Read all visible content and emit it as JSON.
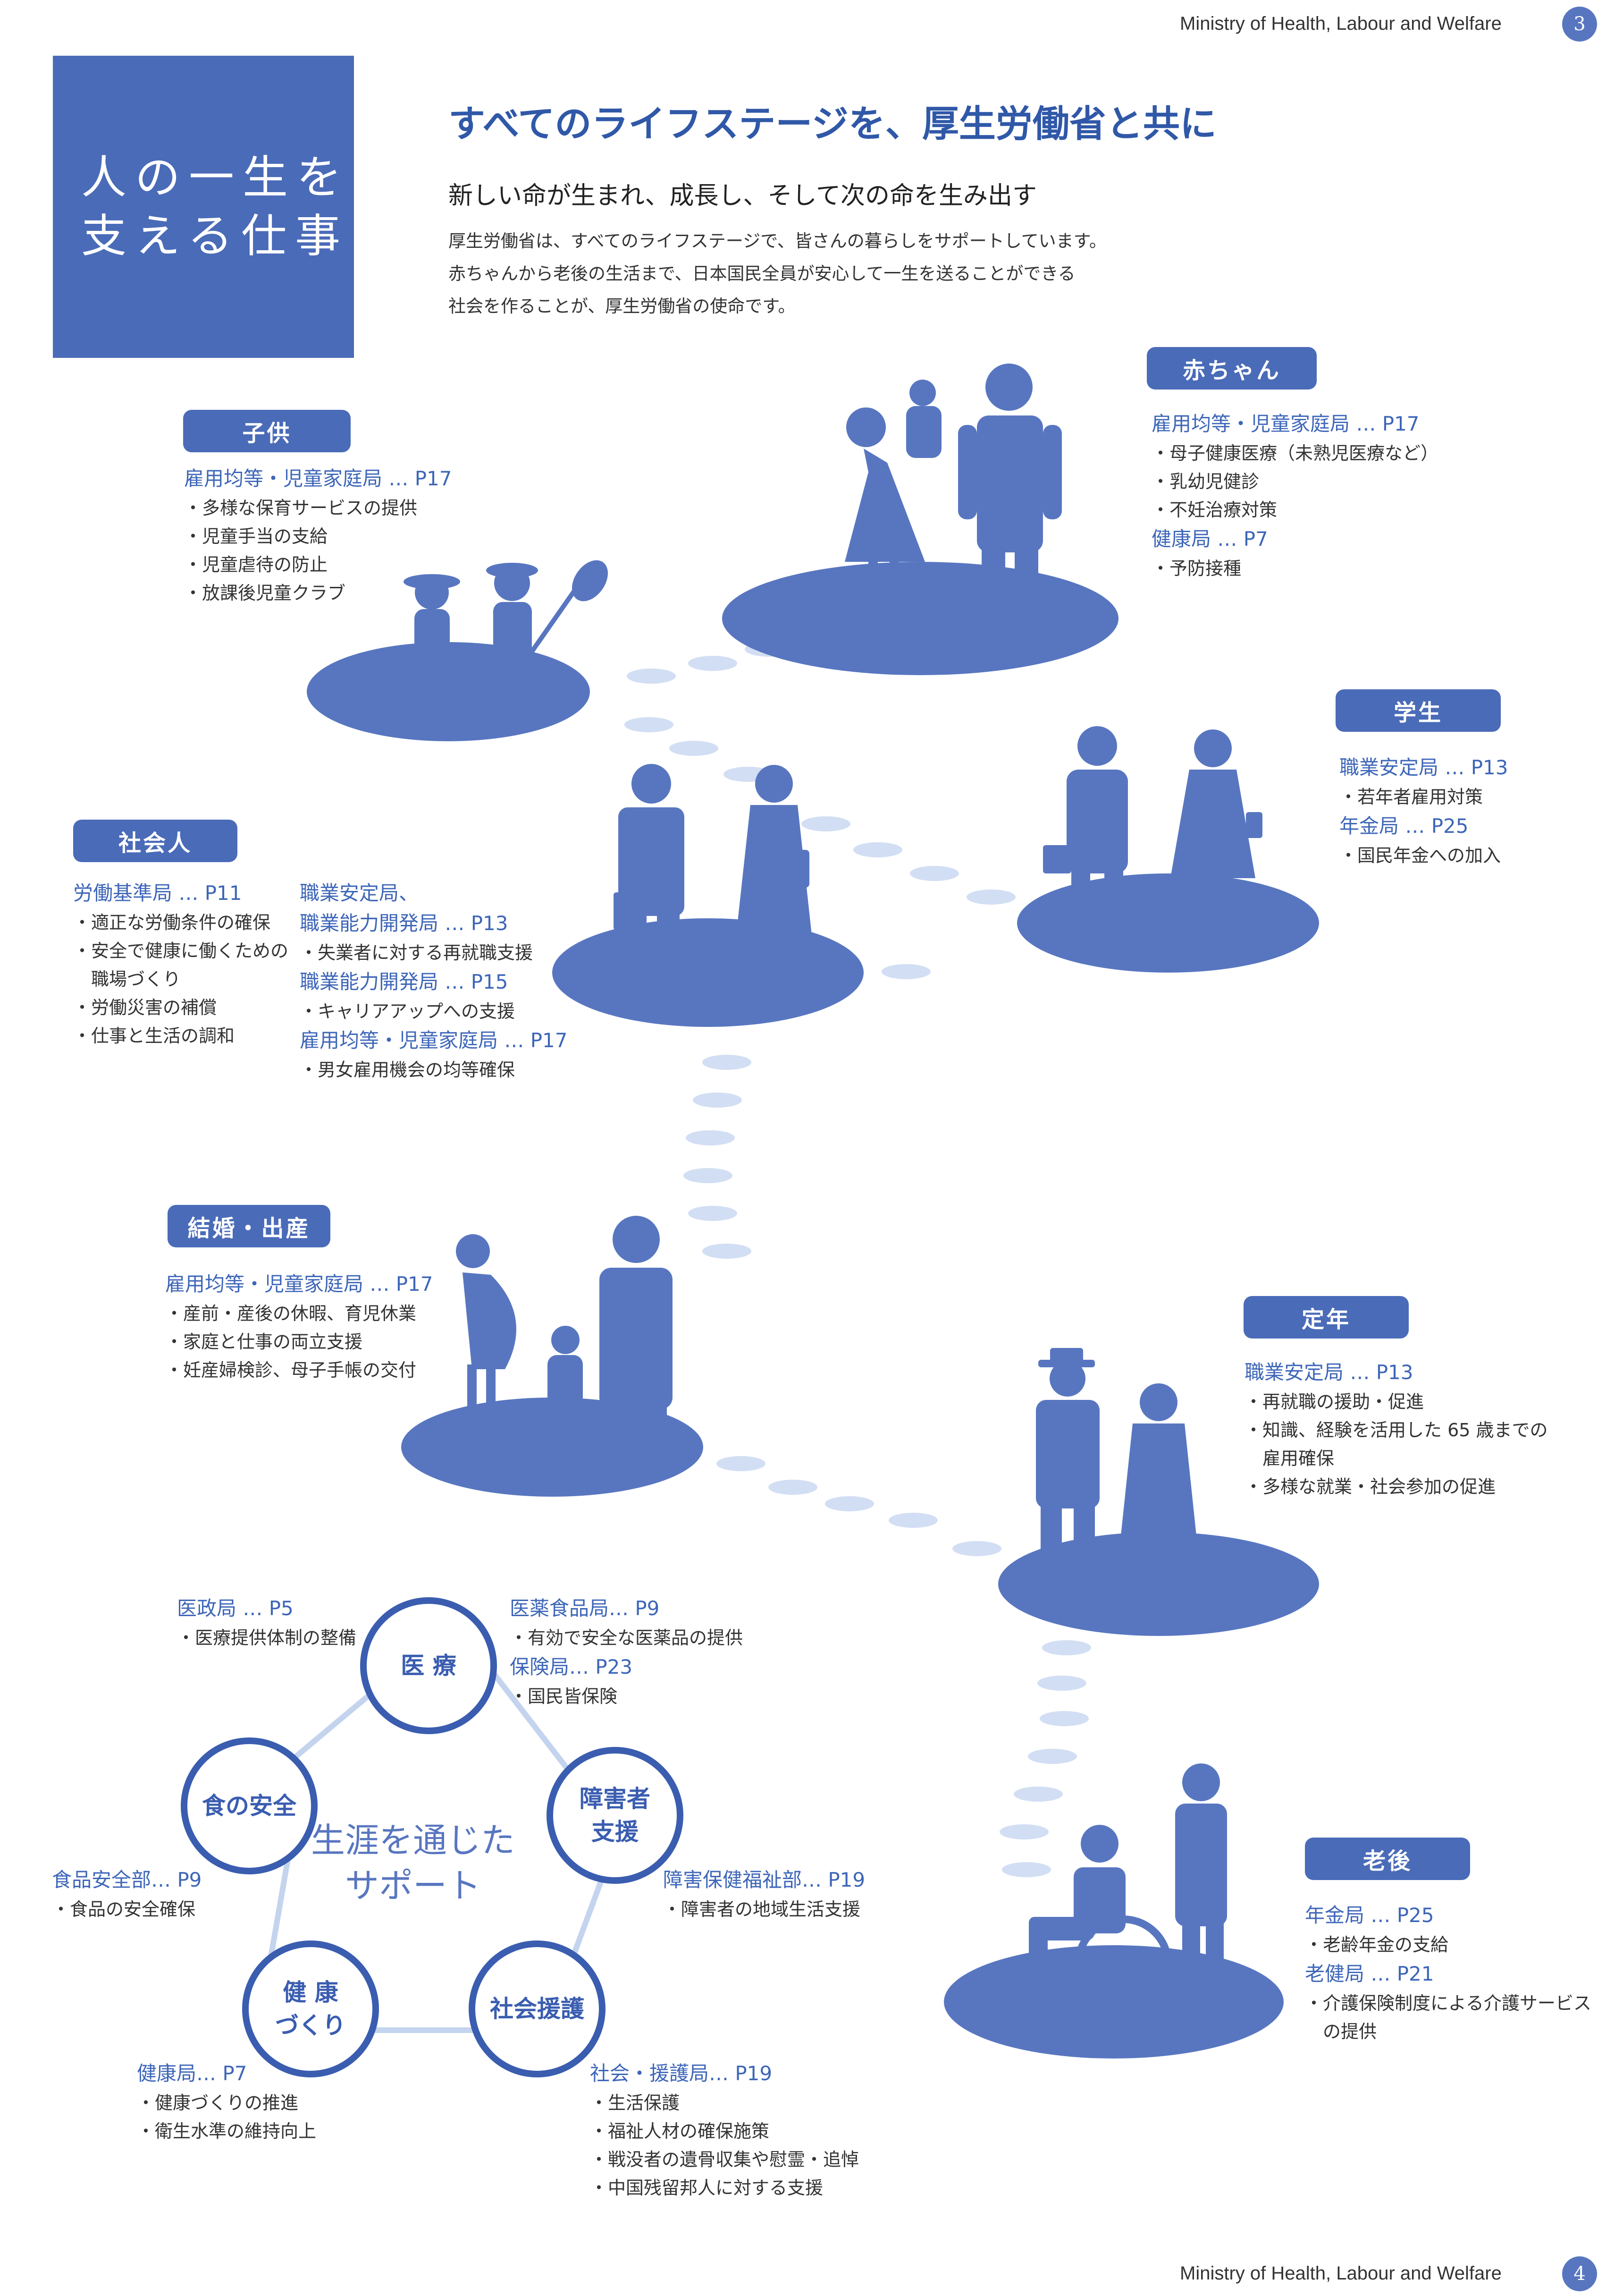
{
  "header": {
    "top_label": "Ministry of Health, Labour and Welfare",
    "top_page": "3",
    "bottom_label": "Ministry of Health, Labour and Welfare",
    "bottom_page": "4"
  },
  "title_box": {
    "line1": "人の一生を",
    "line2": "支える仕事"
  },
  "headline": "すべてのライフステージを、厚生労働省と共に",
  "subheadline": "新しい命が生まれ、成長し、そして次の命を生み出す",
  "intro": [
    "厚生労働省は、すべてのライフステージで、皆さんの暮らしをサポートしています。",
    "赤ちゃんから老後の生活まで、日本国民全員が安心して一生を送ることができる",
    "社会を作ることが、厚生労働省の使命です。"
  ],
  "stages": {
    "baby": {
      "label": "赤ちゃん",
      "lines": [
        {
          "t": "d",
          "v": "雇用均等・児童家庭局 … P17"
        },
        {
          "t": "i",
          "v": "・母子健康医療（未熟児医療など）"
        },
        {
          "t": "i",
          "v": "・乳幼児健診"
        },
        {
          "t": "i",
          "v": "・不妊治療対策"
        },
        {
          "t": "d",
          "v": "健康局 … P7"
        },
        {
          "t": "i",
          "v": "・予防接種"
        }
      ]
    },
    "child": {
      "label": "子供",
      "lines": [
        {
          "t": "d",
          "v": "雇用均等・児童家庭局 … P17"
        },
        {
          "t": "i",
          "v": "・多様な保育サービスの提供"
        },
        {
          "t": "i",
          "v": "・児童手当の支給"
        },
        {
          "t": "i",
          "v": "・児童虐待の防止"
        },
        {
          "t": "i",
          "v": "・放課後児童クラブ"
        }
      ]
    },
    "student": {
      "label": "学生",
      "lines": [
        {
          "t": "d",
          "v": "職業安定局 … P13"
        },
        {
          "t": "i",
          "v": "・若年者雇用対策"
        },
        {
          "t": "d",
          "v": "年金局 … P25"
        },
        {
          "t": "i",
          "v": "・国民年金への加入"
        }
      ]
    },
    "worker": {
      "label": "社会人",
      "lines_a": [
        {
          "t": "d",
          "v": "労働基準局 … P11"
        },
        {
          "t": "i",
          "v": "・適正な労働条件の確保"
        },
        {
          "t": "i",
          "v": "・安全で健康に働くための"
        },
        {
          "t": "i",
          "v": "　職場づくり"
        },
        {
          "t": "i",
          "v": "・労働災害の補償"
        },
        {
          "t": "i",
          "v": "・仕事と生活の調和"
        }
      ],
      "lines_b": [
        {
          "t": "d",
          "v": "職業安定局、"
        },
        {
          "t": "d",
          "v": "職業能力開発局 … P13"
        },
        {
          "t": "i",
          "v": "・失業者に対する再就職支援"
        },
        {
          "t": "d",
          "v": "職業能力開発局 … P15"
        },
        {
          "t": "i",
          "v": "・キャリアアップへの支援"
        },
        {
          "t": "d",
          "v": "雇用均等・児童家庭局 … P17"
        },
        {
          "t": "i",
          "v": "・男女雇用機会の均等確保"
        }
      ]
    },
    "marriage": {
      "label": "結婚・出産",
      "lines": [
        {
          "t": "d",
          "v": "雇用均等・児童家庭局 … P17"
        },
        {
          "t": "i",
          "v": "・産前・産後の休暇、育児休業"
        },
        {
          "t": "i",
          "v": "・家庭と仕事の両立支援"
        },
        {
          "t": "i",
          "v": "・妊産婦検診、母子手帳の交付"
        }
      ]
    },
    "retire": {
      "label": "定年",
      "lines": [
        {
          "t": "d",
          "v": "職業安定局 … P13"
        },
        {
          "t": "i",
          "v": "・再就職の援助・促進"
        },
        {
          "t": "i",
          "v": "・知識、経験を活用した 65 歳までの"
        },
        {
          "t": "i",
          "v": "　雇用確保"
        },
        {
          "t": "i",
          "v": "・多様な就業・社会参加の促進"
        }
      ]
    },
    "elderly": {
      "label": "老後",
      "lines": [
        {
          "t": "d",
          "v": "年金局 … P25"
        },
        {
          "t": "i",
          "v": "・老齢年金の支給"
        },
        {
          "t": "d",
          "v": "老健局 … P21"
        },
        {
          "t": "i",
          "v": "・介護保険制度による介護サービス"
        },
        {
          "t": "i",
          "v": "　の提供"
        }
      ]
    }
  },
  "support": {
    "center": [
      "生涯を通じた",
      "サポート"
    ],
    "medical": {
      "label": [
        "医 療"
      ],
      "left": [
        {
          "t": "d",
          "v": "医政局 … P5"
        },
        {
          "t": "i",
          "v": "・医療提供体制の整備"
        }
      ],
      "right": [
        {
          "t": "d",
          "v": "医薬食品局… P9"
        },
        {
          "t": "i",
          "v": "・有効で安全な医薬品の提供"
        },
        {
          "t": "d",
          "v": "保険局… P23"
        },
        {
          "t": "i",
          "v": "・国民皆保険"
        }
      ]
    },
    "food": {
      "label": [
        "食の安全"
      ],
      "lines": [
        {
          "t": "d",
          "v": "食品安全部… P9"
        },
        {
          "t": "i",
          "v": "・食品の安全確保"
        }
      ]
    },
    "disability": {
      "label": [
        "障害者",
        "支援"
      ],
      "lines": [
        {
          "t": "d",
          "v": "障害保健福祉部… P19"
        },
        {
          "t": "i",
          "v": "・障害者の地域生活支援"
        }
      ]
    },
    "health": {
      "label": [
        "健 康",
        "づくり"
      ],
      "lines": [
        {
          "t": "d",
          "v": "健康局… P7"
        },
        {
          "t": "i",
          "v": "・健康づくりの推進"
        },
        {
          "t": "i",
          "v": "・衛生水準の維持向上"
        }
      ]
    },
    "social": {
      "label": [
        "社会援護"
      ],
      "lines": [
        {
          "t": "d",
          "v": "社会・援護局… P19"
        },
        {
          "t": "i",
          "v": "・生活保護"
        },
        {
          "t": "i",
          "v": "・福祉人材の確保施策"
        },
        {
          "t": "i",
          "v": "・戦没者の遺骨収集や慰霊・追悼"
        },
        {
          "t": "i",
          "v": "・中国残留邦人に対する支援"
        }
      ]
    }
  },
  "colors": {
    "primary": "#4a6bb8",
    "figure": "#5876c0",
    "path_dot": "#d2def3",
    "accent_text": "#3e66b8"
  }
}
